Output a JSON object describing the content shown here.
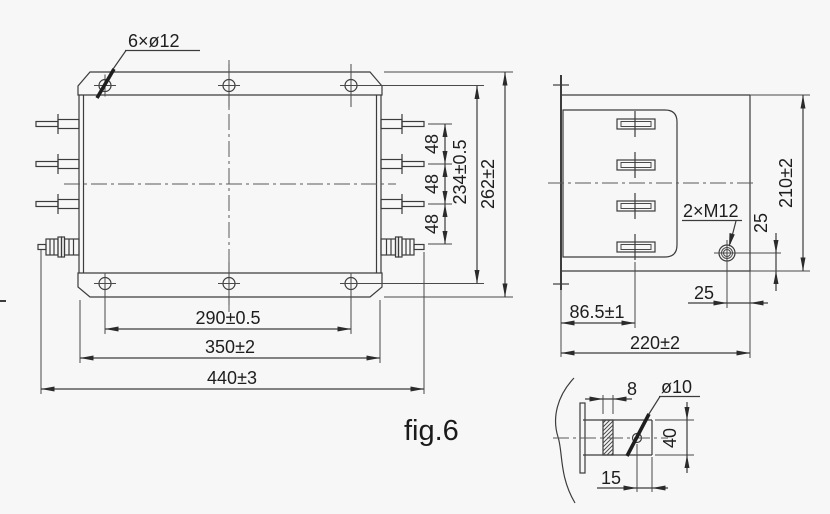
{
  "figure": {
    "label": "fig.6"
  },
  "colors": {
    "background": "#f7f7f7",
    "line": "#3c3c3c",
    "text": "#1e1e1e"
  },
  "front_view": {
    "hole_callout": "6×ø12",
    "terminal_pitch": [
      "48",
      "48",
      "48"
    ],
    "hole_span_height": "234±0.5",
    "overall_height": "262±2",
    "hole_span_width": "290±0.5",
    "body_width": "350±2",
    "overall_width": "440±3"
  },
  "side_view": {
    "thread_callout": "2×M12",
    "hole_to_bottom_edge": "25",
    "hole_to_side_edge": "25",
    "overall_height": "210±2",
    "flange_to_terminal": "86.5±1",
    "overall_depth": "220±2"
  },
  "terminal_detail": {
    "busbar_thickness": "8",
    "hole_diameter": "ø10",
    "busbar_width": "40",
    "hole_offset": "15"
  }
}
